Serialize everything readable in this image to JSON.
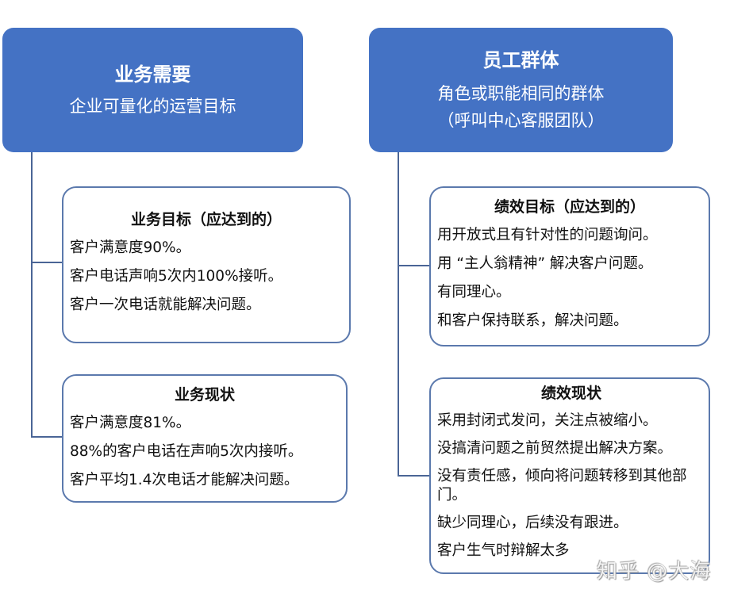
{
  "left_column": {
    "header": {
      "title": "业务需要",
      "subtitle": "企业可量化的运营目标"
    },
    "goal_box": {
      "title": "业务目标（应达到的）",
      "items": [
        "客户满意度90%。",
        "客户电话声响5次内100%接听。",
        "客户一次电话就能解决问题。"
      ]
    },
    "status_box": {
      "title": "业务现状",
      "items": [
        "客户满意度81%。",
        "88%的客户电话在声响5次内接听。",
        "客户平均1.4次电话才能解决问题。"
      ]
    }
  },
  "right_column": {
    "header": {
      "title": "员工群体",
      "subtitle": "角色或职能相同的群体",
      "subtitle2": "（呼叫中心客服团队）"
    },
    "goal_box": {
      "title": "绩效目标（应达到的）",
      "items": [
        "用开放式且有针对性的问题询问。",
        "用 “主人翁精神” 解决客户问题。",
        "有同理心。",
        "和客户保持联系，解决问题。"
      ]
    },
    "status_box": {
      "title": "绩效现状",
      "items": [
        "采用封闭式发问，关注点被缩小。",
        "没搞清问题之前贸然提出解决方案。",
        "没有责任感，倾向将问题转移到其他部门。",
        "缺少同理心，后续没有跟进。",
        "客户生气时辩解太多"
      ]
    }
  },
  "watermark": "知乎 @大海",
  "colors": {
    "header_fill": "#4472c4",
    "header_text": "#ffffff",
    "box_border": "#5b79ad",
    "connector": "#4a6596",
    "body_text": "#111111"
  }
}
